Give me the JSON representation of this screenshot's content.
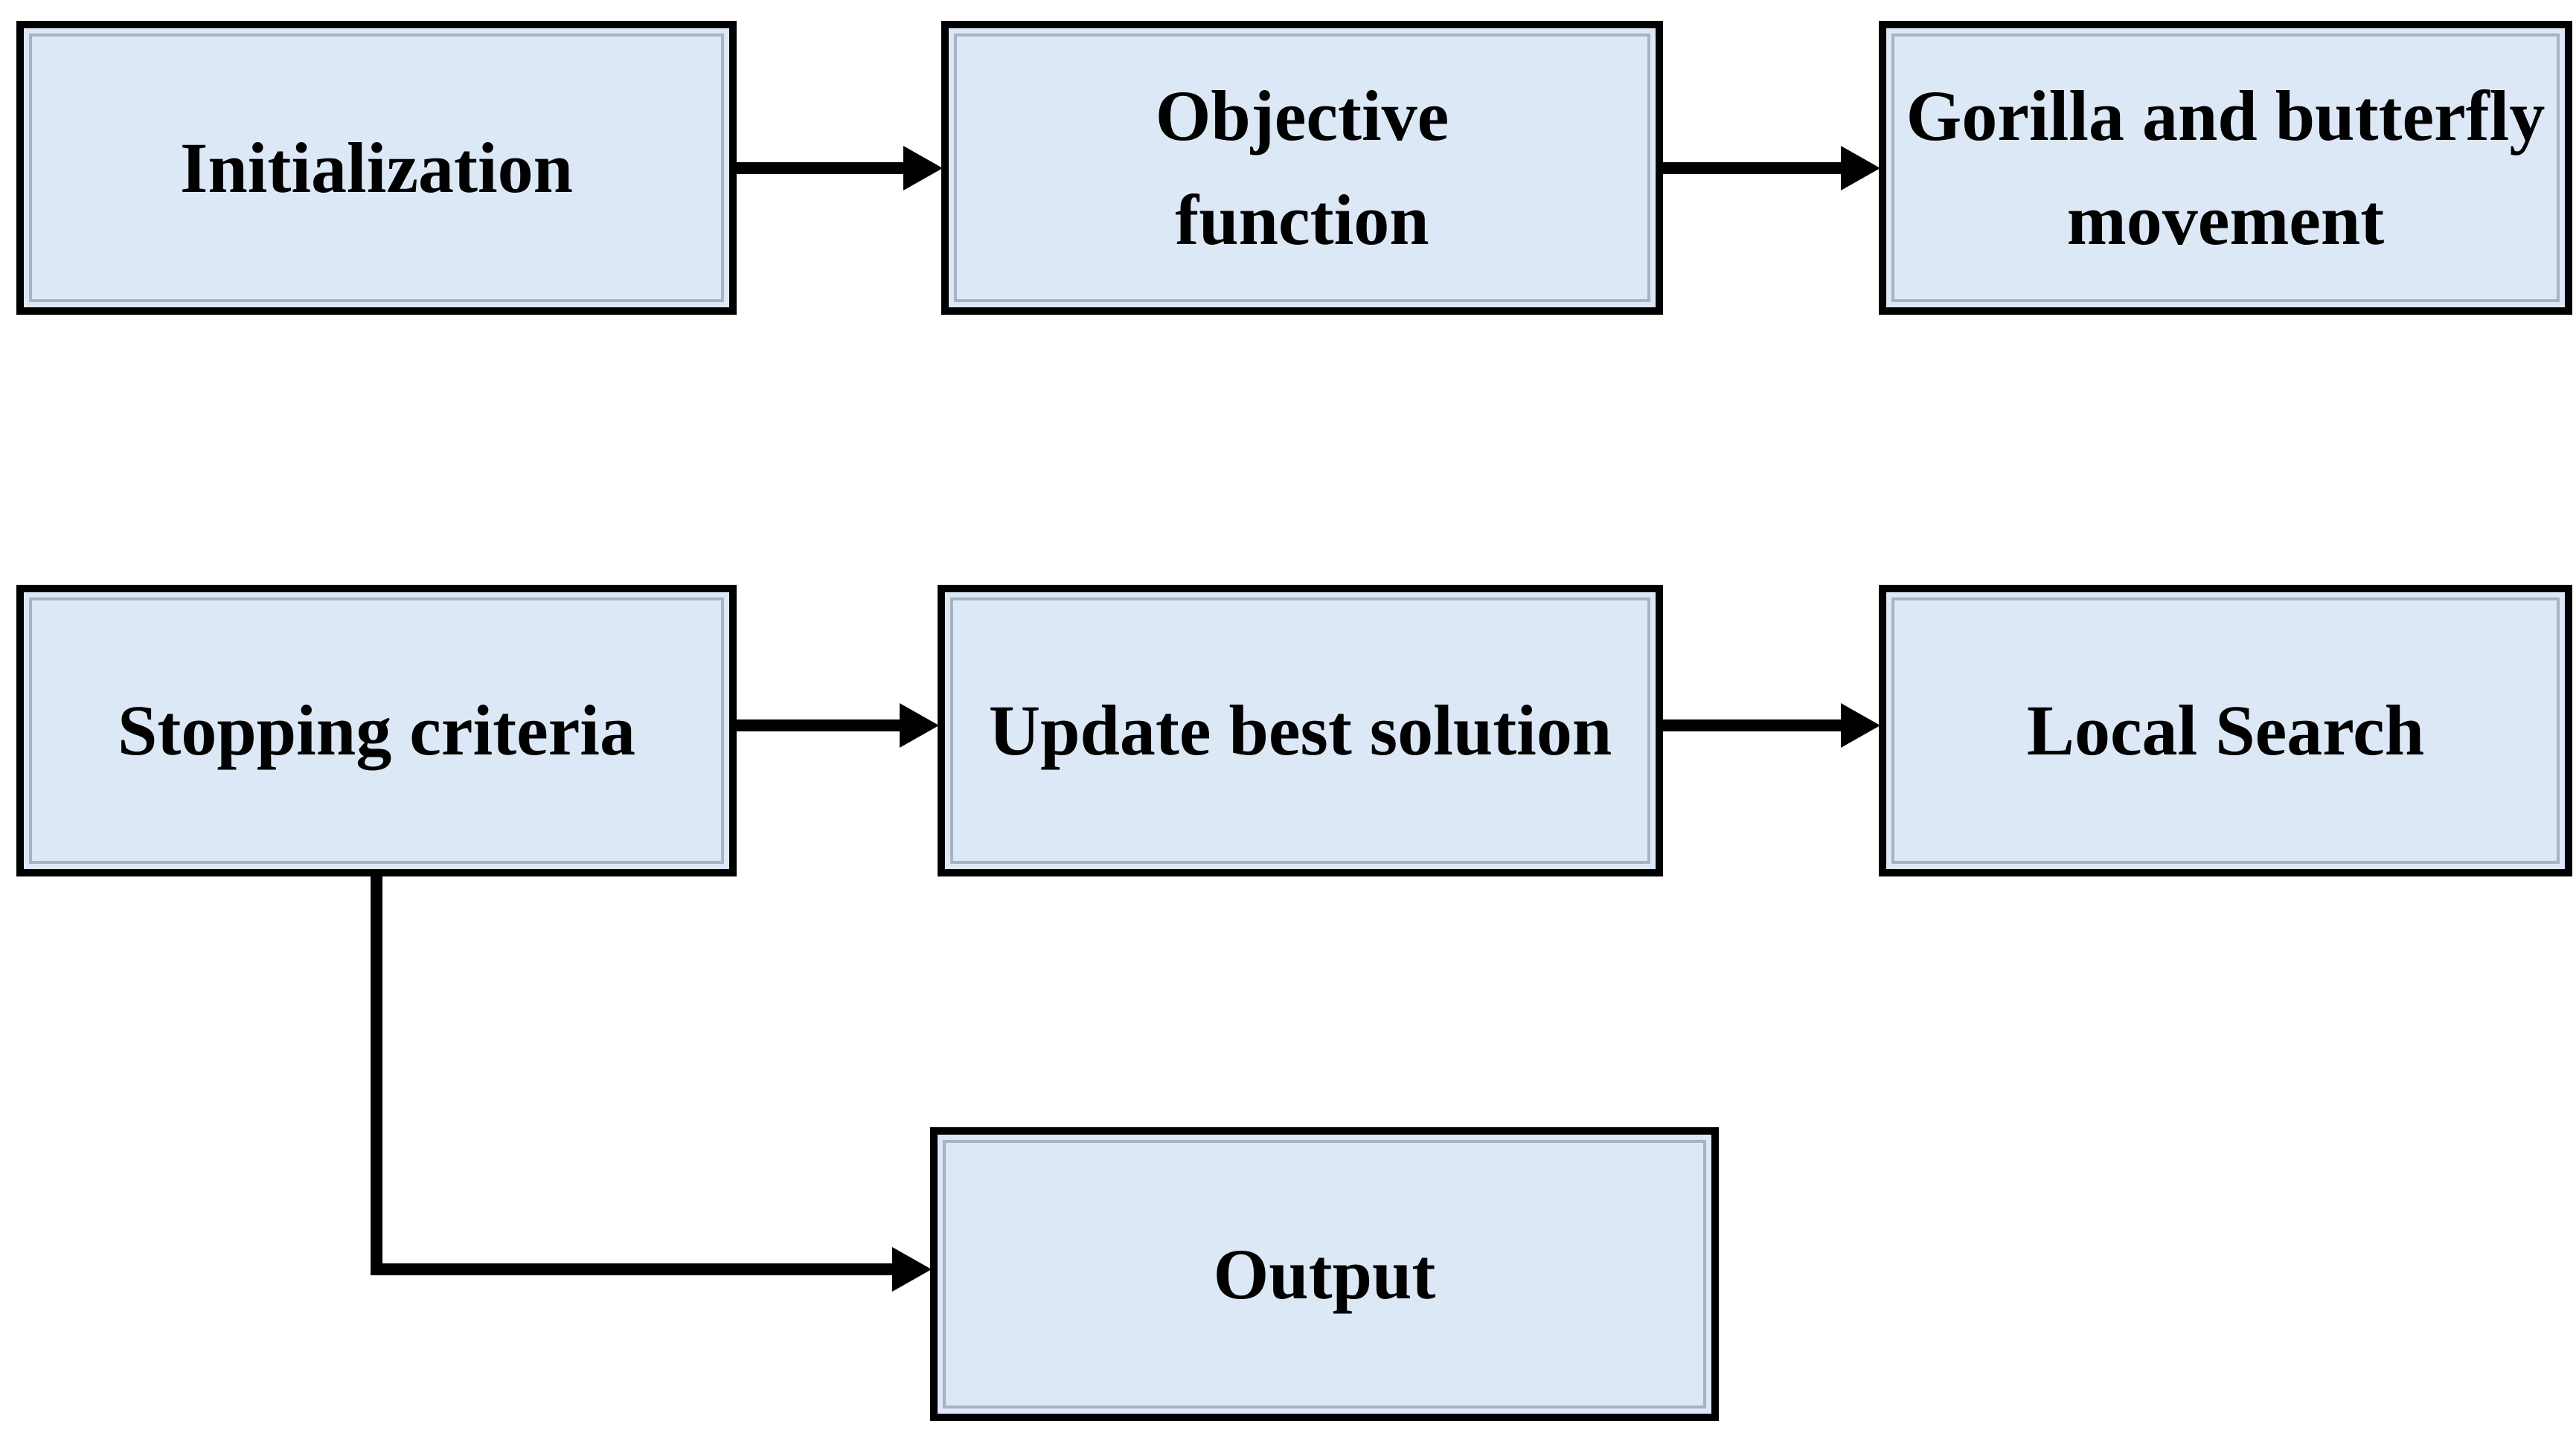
{
  "diagram": {
    "background_color": "#ffffff",
    "node_fill_color": "#dce8f5",
    "node_border_color": "#000000",
    "node_inner_keyline_color": "#6e7382",
    "arrow_color": "#000000",
    "text_color": "#000000",
    "nodes": [
      {
        "id": "initialization",
        "lines": [
          "Initialization"
        ]
      },
      {
        "id": "objective-function",
        "lines": [
          "Objective",
          "function"
        ]
      },
      {
        "id": "gorilla-butterfly-movement",
        "lines": [
          "Gorilla and butterfly",
          "movement"
        ]
      },
      {
        "id": "stopping-criteria",
        "lines": [
          "Stopping criteria"
        ]
      },
      {
        "id": "update-best-solution",
        "lines": [
          "Update best solution"
        ]
      },
      {
        "id": "local-search",
        "lines": [
          "Local Search"
        ]
      },
      {
        "id": "output",
        "lines": [
          "Output"
        ]
      }
    ],
    "edges": [
      {
        "from": "initialization",
        "to": "objective-function",
        "shape": "straight"
      },
      {
        "from": "objective-function",
        "to": "gorilla-butterfly-movement",
        "shape": "straight"
      },
      {
        "from": "stopping-criteria",
        "to": "update-best-solution",
        "shape": "straight"
      },
      {
        "from": "update-best-solution",
        "to": "local-search",
        "shape": "straight"
      },
      {
        "from": "stopping-criteria",
        "to": "output",
        "shape": "elbow"
      }
    ]
  }
}
